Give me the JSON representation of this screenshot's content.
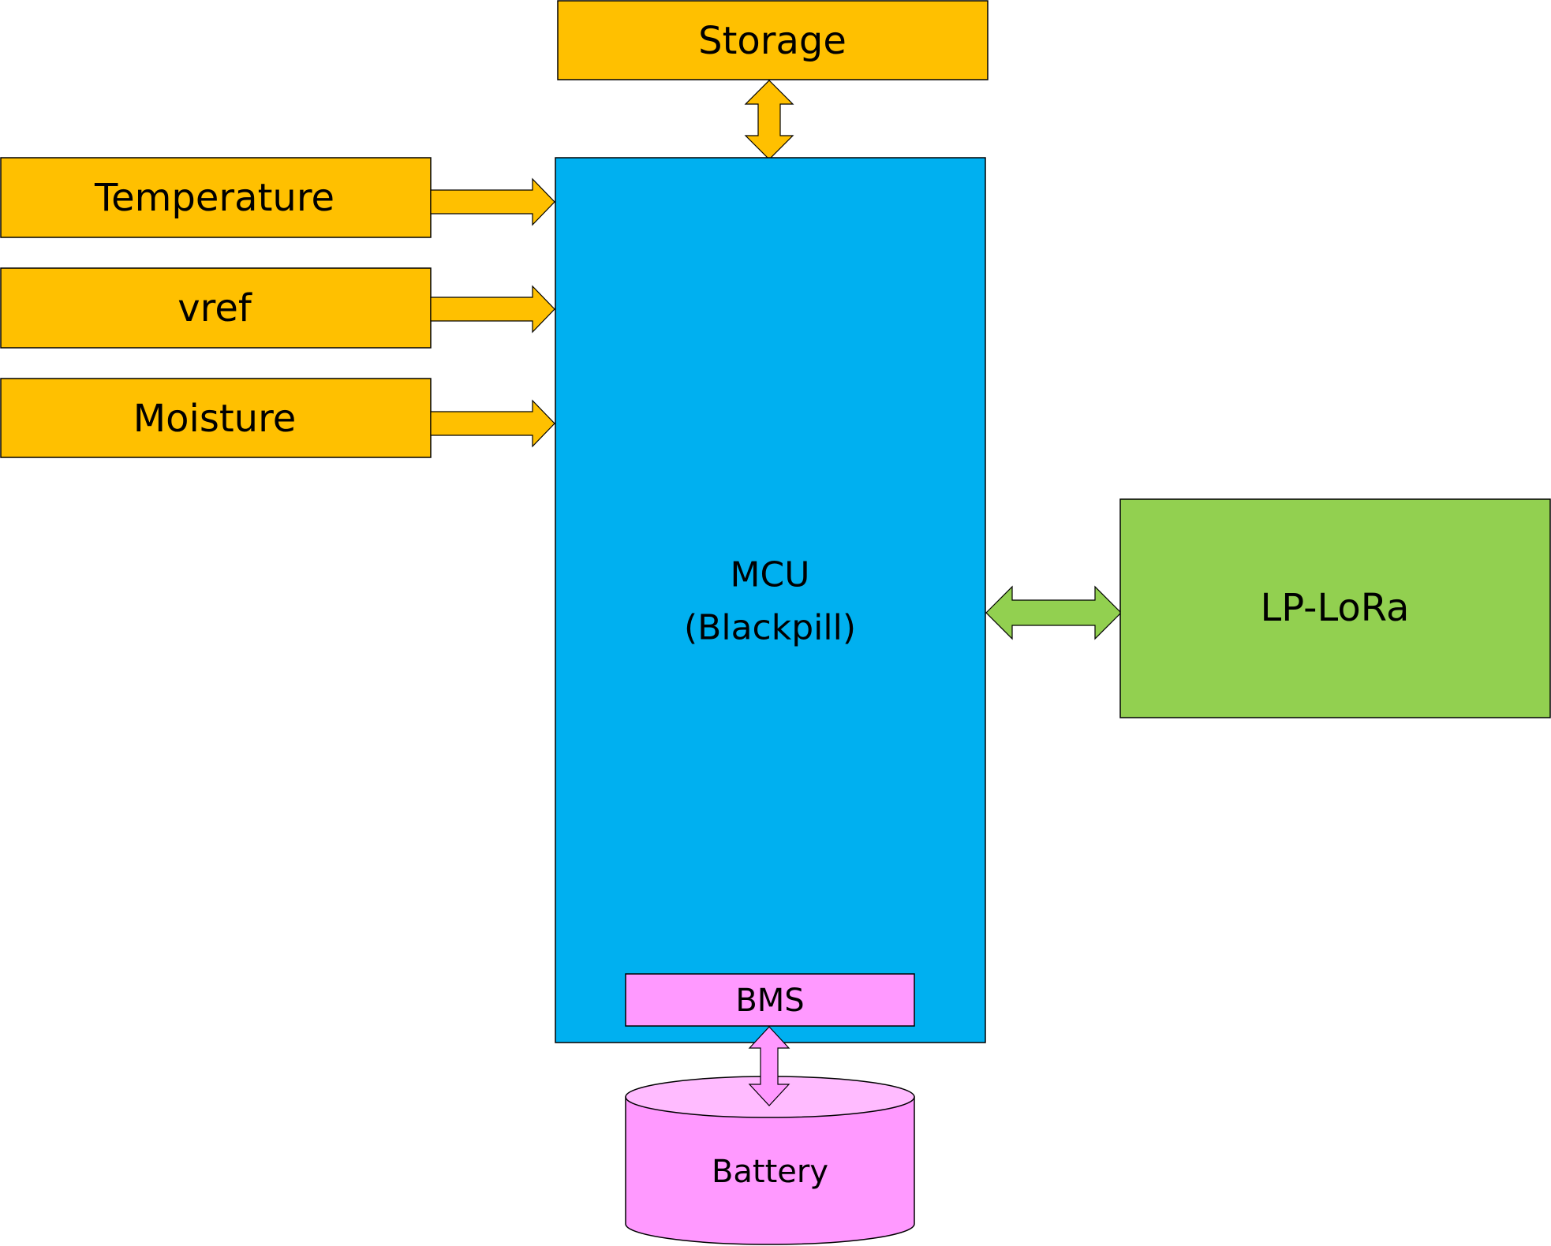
{
  "colors": {
    "sensor": "#FFC000",
    "mcu": "#00B0F0",
    "radio": "#92D050",
    "power": "#FF99FF",
    "power_top": "#FFBBFF",
    "stroke": "#000000"
  },
  "blocks": {
    "storage": "Storage",
    "temperature": "Temperature",
    "vref": "vref",
    "moisture": "Moisture",
    "mcu_line1": "MCU",
    "mcu_line2": "(Blackpill)",
    "lora": "LP-LoRa",
    "bms": "BMS",
    "battery": "Battery"
  }
}
